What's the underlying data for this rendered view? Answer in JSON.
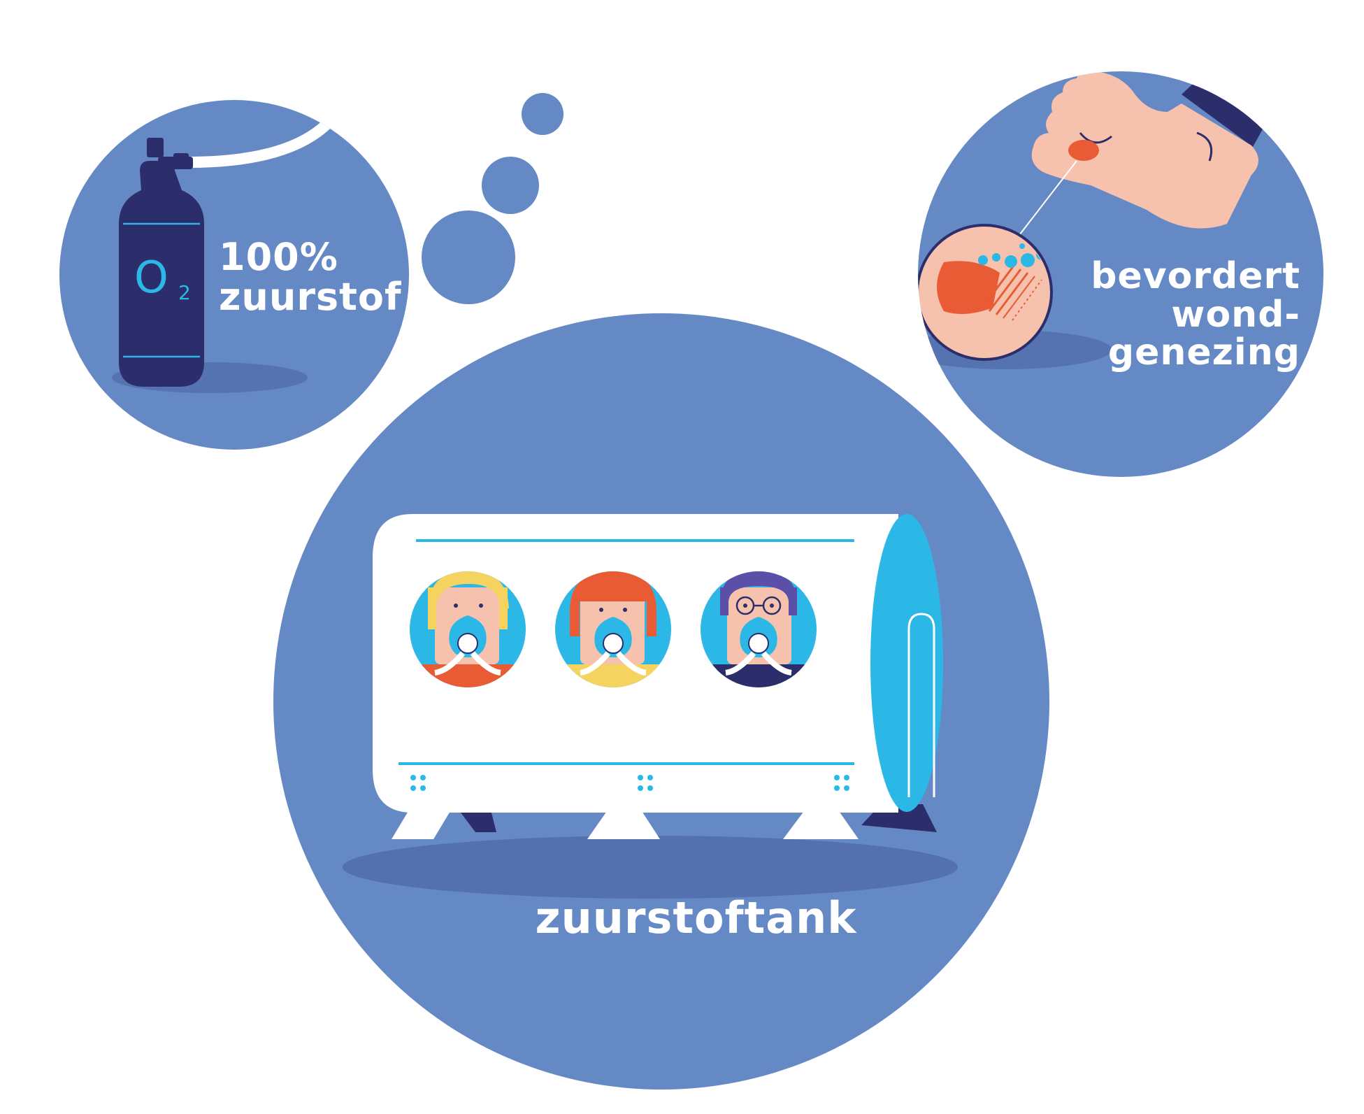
{
  "colors": {
    "bubble": "#6589c4",
    "bubble_shadow": "#4f6aa8",
    "cylinder": "#2c2e6c",
    "chamber_accent": "#2cb8e6",
    "chamber_body": "#ffffff",
    "wound": "#e85b34",
    "skin": "#f6c2ad",
    "text": "#ffffff"
  },
  "oxygen_bubble": {
    "icon": "oxygen-cylinder-icon",
    "symbol_letter": "O",
    "symbol_subscript": "2",
    "label_lines": [
      "100%",
      "zuurstof"
    ]
  },
  "healing_bubble": {
    "icon": "foot-wound-icon",
    "label_lines": [
      "bevordert",
      "wond-",
      "genezing"
    ]
  },
  "tank_bubble": {
    "icon": "hyperbaric-chamber-icon",
    "label": "zuurstoftank",
    "occupants": [
      "person-blond-icon",
      "person-red-hair-icon",
      "person-glasses-icon"
    ]
  }
}
